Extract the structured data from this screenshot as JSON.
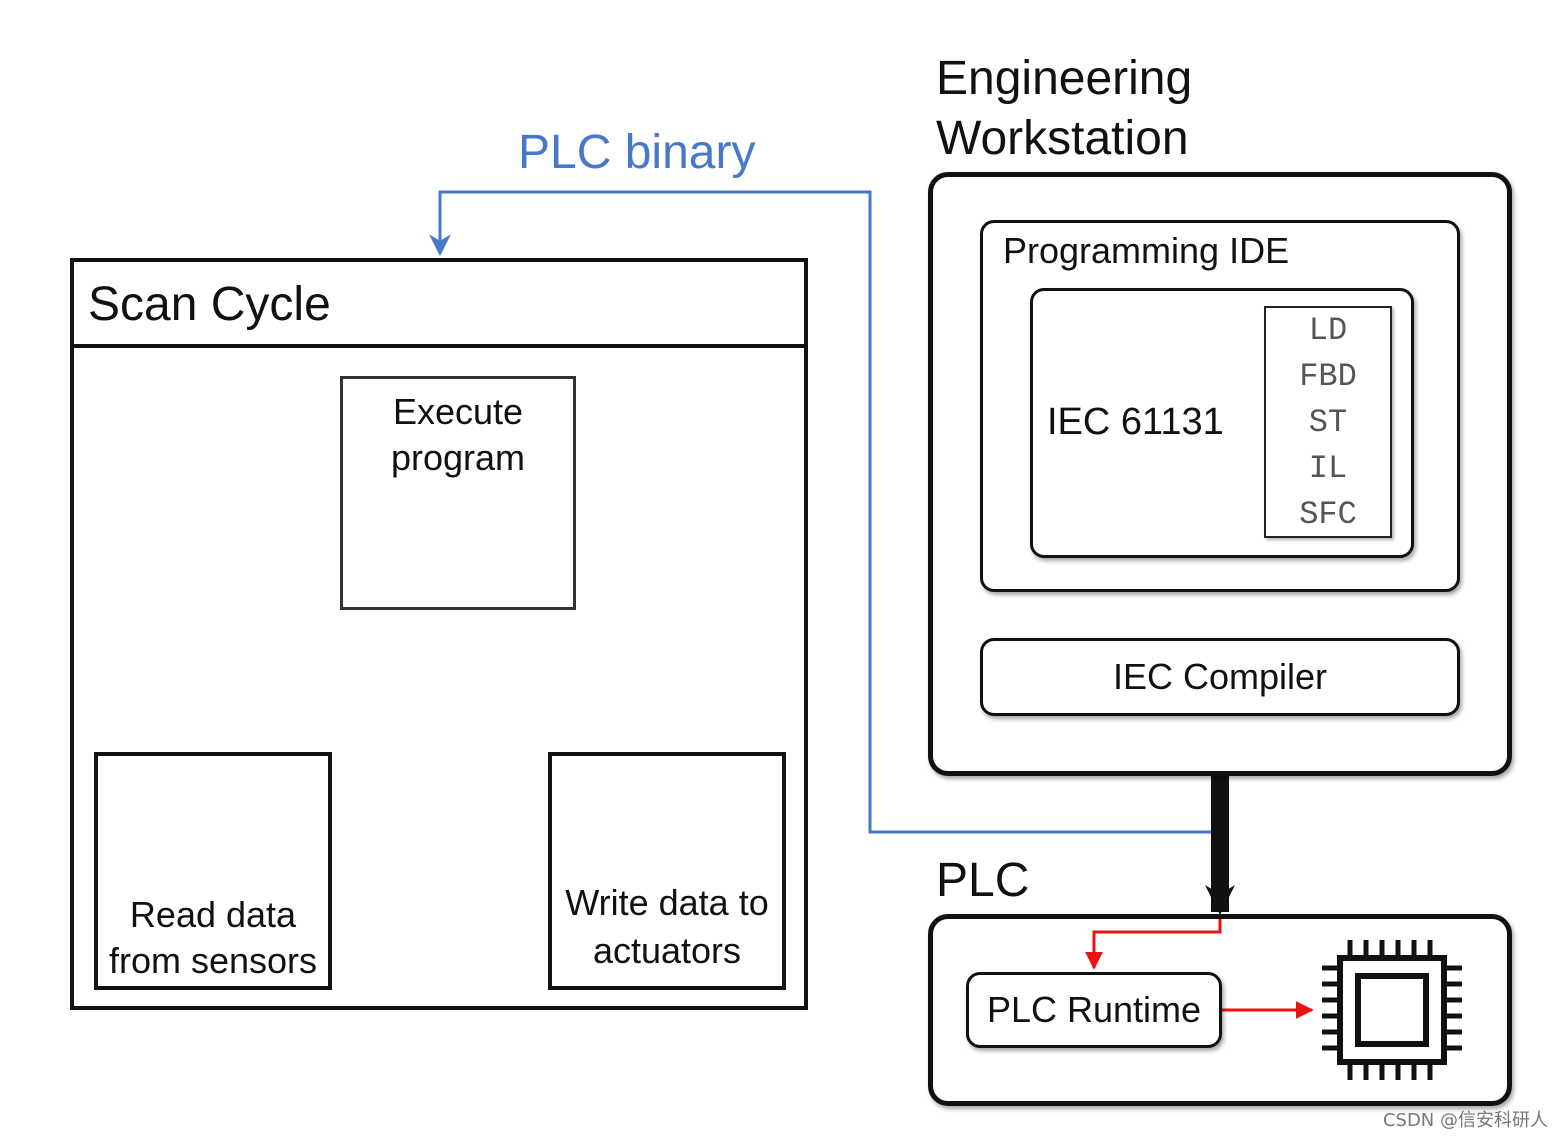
{
  "plc_binary_label": "PLC binary",
  "scan_cycle": {
    "title": "Scan Cycle",
    "execute_line1": "Execute",
    "execute_line2": "program",
    "read_line1": "Read data",
    "read_line2": "from sensors",
    "write_line1": "Write data to",
    "write_line2": "actuators"
  },
  "engineering_workstation": {
    "title_line1": "Engineering",
    "title_line2": "Workstation",
    "ide_title": "Programming IDE",
    "standard": "IEC 61131",
    "languages": [
      "LD",
      "FBD",
      "ST",
      "IL",
      "SFC"
    ],
    "compiler": "IEC Compiler"
  },
  "plc": {
    "title": "PLC",
    "runtime": "PLC Runtime"
  },
  "colors": {
    "binary_line": "#4a78c8",
    "red_arrow": "#ee1111"
  },
  "watermark": "CSDN @信安科研人"
}
